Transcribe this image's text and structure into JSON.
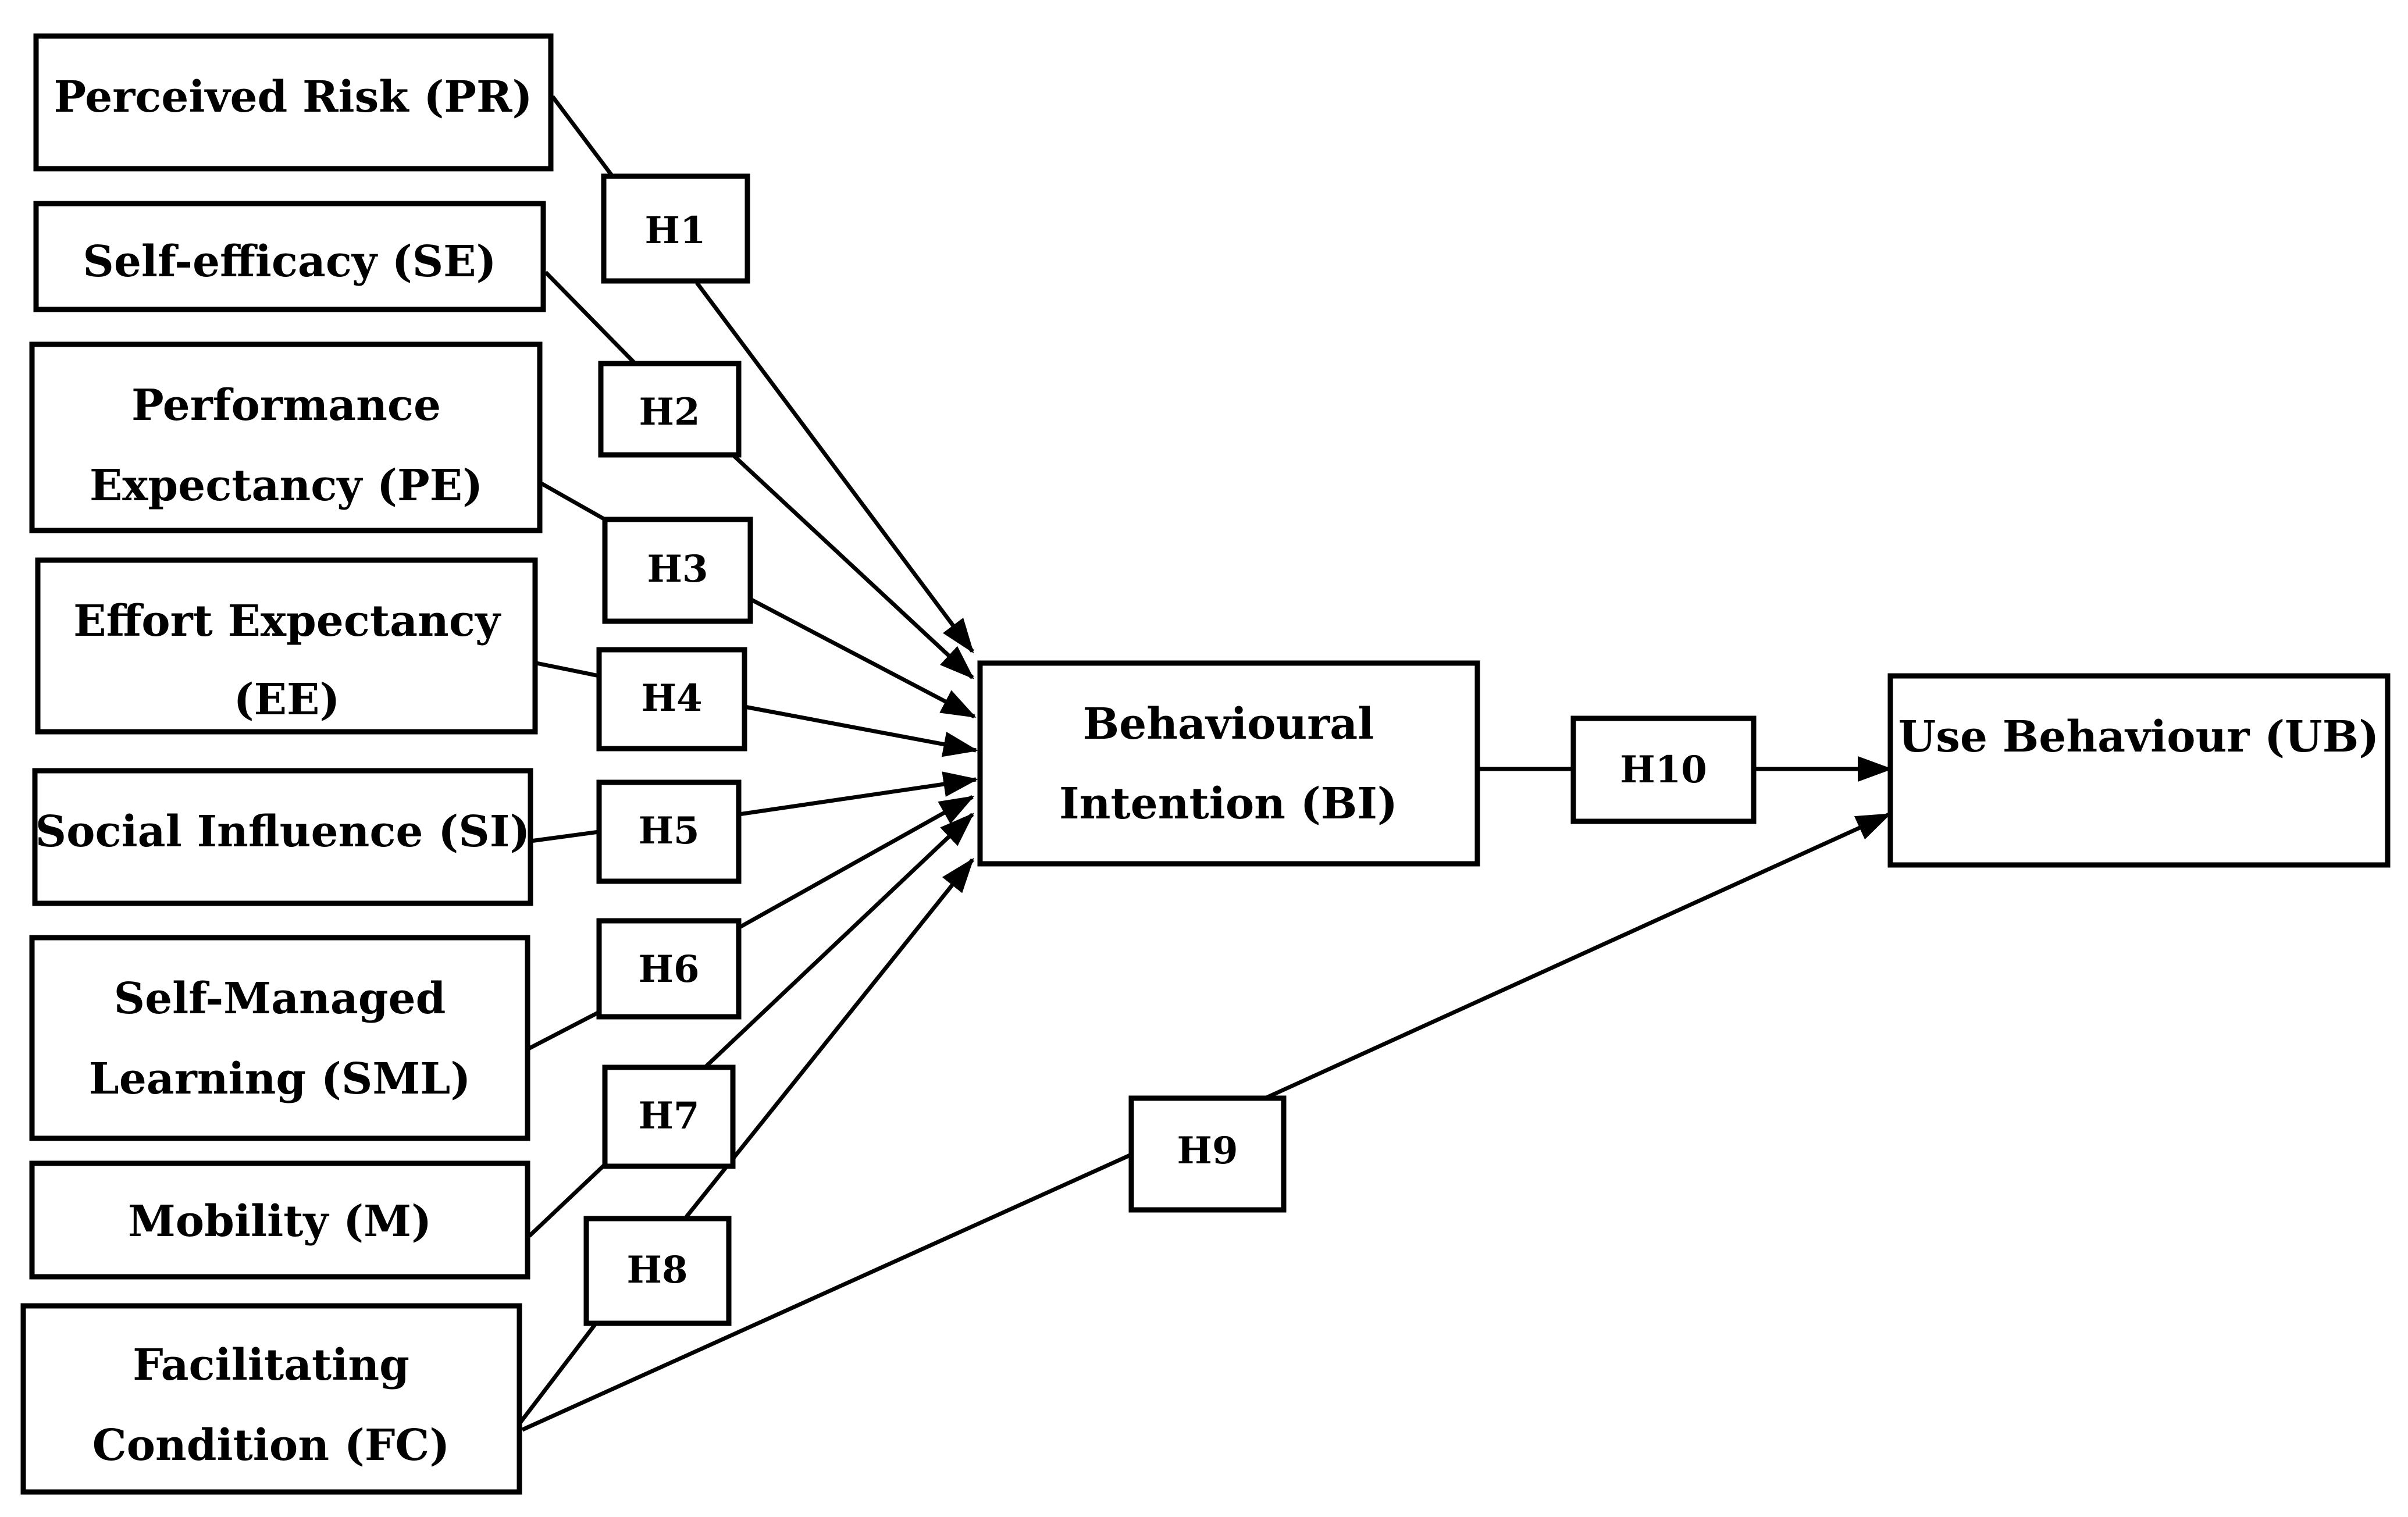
{
  "constructs": {
    "pr": {
      "lines": [
        "Perceived Risk (PR)"
      ]
    },
    "se": {
      "lines": [
        "Self-efficacy (SE)"
      ]
    },
    "pe": {
      "lines": [
        "Performance",
        "Expectancy (PE)"
      ]
    },
    "ee": {
      "lines": [
        "Effort Expectancy",
        "(EE)"
      ]
    },
    "si": {
      "lines": [
        "Social Influence (SI)"
      ]
    },
    "sml": {
      "lines": [
        "Self-Managed",
        "Learning (SML)"
      ]
    },
    "m": {
      "lines": [
        "Mobility (M)"
      ]
    },
    "fc": {
      "lines": [
        "Facilitating",
        "Condition (FC)"
      ]
    },
    "bi": {
      "lines": [
        "Behavioural",
        "Intention (BI)"
      ]
    },
    "ub": {
      "lines": [
        "Use Behaviour (UB)"
      ]
    }
  },
  "hypotheses": {
    "h1": "H1",
    "h2": "H2",
    "h3": "H3",
    "h4": "H4",
    "h5": "H5",
    "h6": "H6",
    "h7": "H7",
    "h8": "H8",
    "h9": "H9",
    "h10": "H10"
  },
  "relations": [
    {
      "from": "pr",
      "to": "bi",
      "hypothesis": "h1"
    },
    {
      "from": "se",
      "to": "bi",
      "hypothesis": "h2"
    },
    {
      "from": "pe",
      "to": "bi",
      "hypothesis": "h3"
    },
    {
      "from": "ee",
      "to": "bi",
      "hypothesis": "h4"
    },
    {
      "from": "si",
      "to": "bi",
      "hypothesis": "h5"
    },
    {
      "from": "sml",
      "to": "bi",
      "hypothesis": "h6"
    },
    {
      "from": "m",
      "to": "bi",
      "hypothesis": "h7"
    },
    {
      "from": "fc",
      "to": "bi",
      "hypothesis": "h8"
    },
    {
      "from": "fc",
      "to": "ub",
      "hypothesis": "h9"
    },
    {
      "from": "bi",
      "to": "ub",
      "hypothesis": "h10"
    }
  ]
}
